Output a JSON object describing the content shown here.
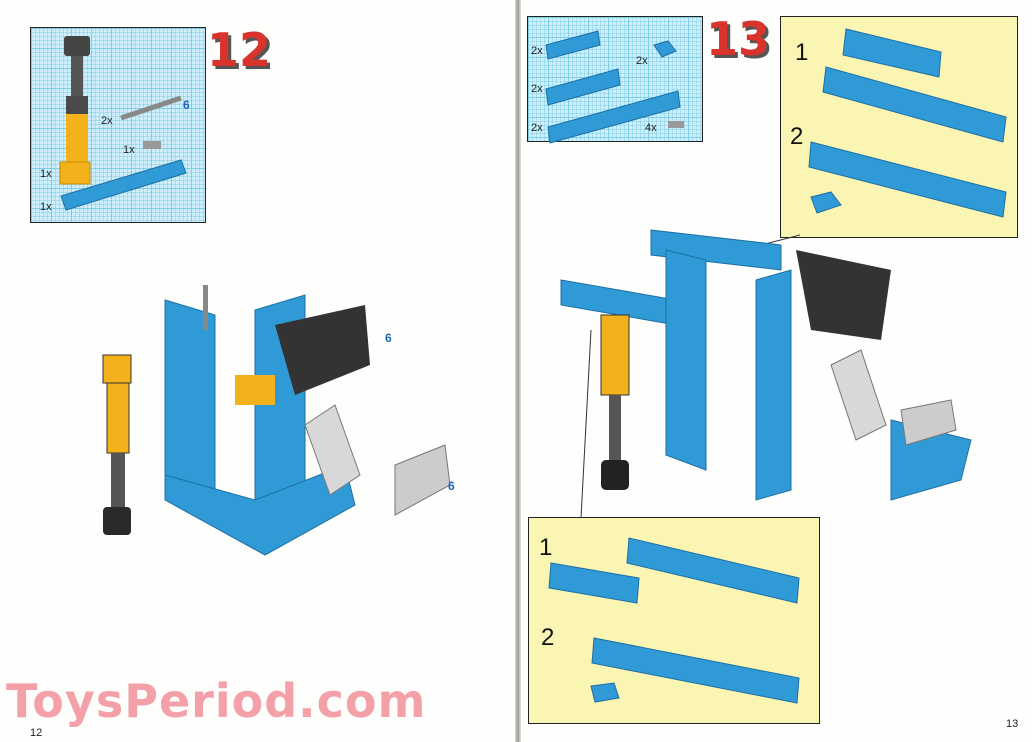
{
  "left_page": {
    "step_number": "12",
    "page_number": "12",
    "parts": [
      {
        "qty": "2x",
        "part": "axle",
        "length_label": "6"
      },
      {
        "qty": "1x",
        "part": "connector-peg"
      },
      {
        "qty": "1x",
        "part": "shock-absorber"
      },
      {
        "qty": "1x",
        "part": "technic-beam-12"
      }
    ],
    "model_labels": [
      "6",
      "6"
    ]
  },
  "right_page": {
    "step_number": "13",
    "page_number": "13",
    "parts": [
      {
        "qty": "2x",
        "part": "technic-beam-4"
      },
      {
        "qty": "2x",
        "part": "slope-brick"
      },
      {
        "qty": "2x",
        "part": "technic-beam-6"
      },
      {
        "qty": "2x",
        "part": "technic-beam-14"
      },
      {
        "qty": "4x",
        "part": "connector-peg"
      }
    ],
    "top_inset": {
      "substeps": [
        "1",
        "2"
      ]
    },
    "bottom_inset": {
      "substeps": [
        "1",
        "2"
      ]
    }
  },
  "watermark": "ToysPeriod.com",
  "colors": {
    "beam_blue": "#2f9ad6",
    "yellow": "#f3b21c",
    "inset_yellow": "#fbf5b4",
    "grid_blue": "#cdeefa",
    "step_red": "#d9342b",
    "watermark_pink": "#f4a0a8"
  }
}
